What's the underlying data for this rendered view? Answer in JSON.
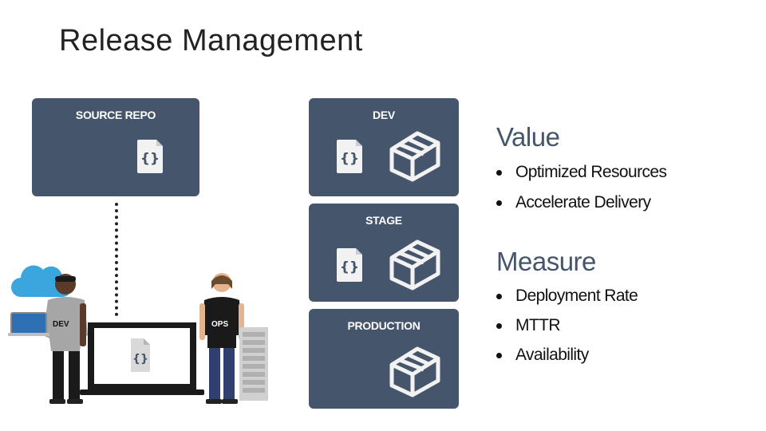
{
  "slide": {
    "title": "Release Management"
  },
  "cards": {
    "source_repo": "SOURCE REPO",
    "dev": "DEV",
    "stage": "STAGE",
    "production": "PRODUCTION"
  },
  "people": {
    "dev_label": "DEV",
    "ops_label": "OPS"
  },
  "value": {
    "heading": "Value",
    "items": [
      "Optimized Resources",
      "Accelerate Delivery"
    ]
  },
  "measure": {
    "heading": "Measure",
    "items": [
      "Deployment Rate",
      "MTTR",
      "Availability"
    ]
  },
  "colors": {
    "card": "#45556c",
    "icon": "#f2f2f2",
    "heading": "#45556c"
  },
  "icons": [
    "code-file-icon",
    "package-box-icon",
    "cloud-icon",
    "laptop-icon",
    "server-rack-icon"
  ]
}
